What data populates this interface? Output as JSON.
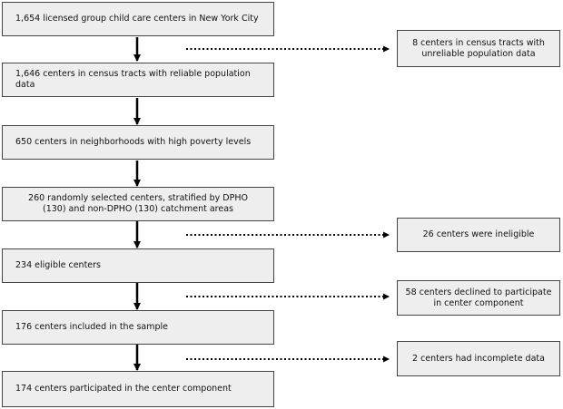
{
  "flowchart": {
    "main_steps": [
      "1,654 licensed group child care centers in New York City",
      "1,646 centers in census tracts with reliable population data",
      "650 centers in neighborhoods with high poverty levels",
      "260 randomly selected centers, stratified by DPHO (130) and non-DPHO (130) catchment areas",
      "234 eligible centers",
      "176 centers included in the sample",
      "174 centers participated in the center component"
    ],
    "exclusions": [
      "8 centers in census tracts with unreliable population data",
      "26 centers were ineligible",
      "58 centers declined to participate in center component",
      "2 centers had incomplete data"
    ]
  }
}
